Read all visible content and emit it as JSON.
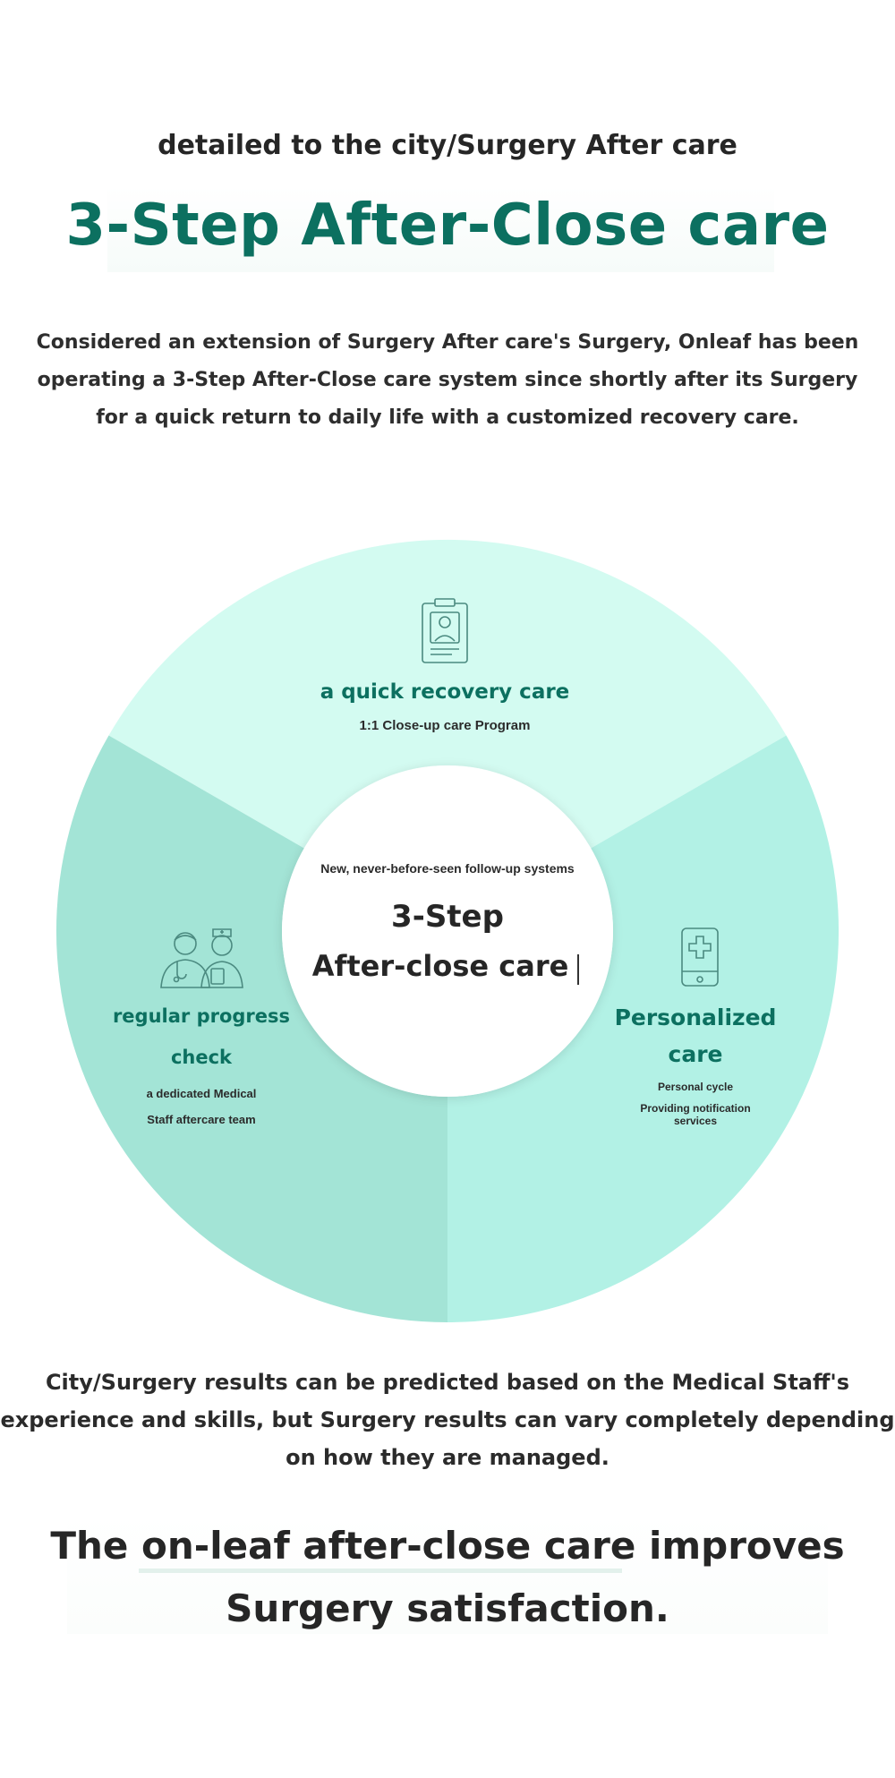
{
  "header": {
    "kicker": "detailed to the city/Surgery After care",
    "headline": "3-Step After-Close care",
    "intro": "Considered an extension of Surgery After care's Surgery, Onleaf has been operating a 3-Step After-Close care system since shortly after its Surgery for a quick return to daily life with a customized recovery care."
  },
  "diagram": {
    "center": {
      "subtitle": "New, never-before-seen follow-up systems",
      "title_line1": "3-Step",
      "title_line2": "After-close care"
    },
    "segments": [
      {
        "title": "a quick recovery care",
        "desc_lines": [
          "1:1 Close-up care Program"
        ],
        "icon": "id-badge-icon",
        "color": "#d3fbf1"
      },
      {
        "title_lines": [
          "Personalized",
          "care"
        ],
        "desc_lines": [
          "Personal cycle",
          "Providing notification",
          "services"
        ],
        "icon": "smartphone-medical-icon",
        "color": "#b2f1e5"
      },
      {
        "title_lines": [
          "regular progress",
          "check"
        ],
        "desc_lines": [
          "a dedicated Medical",
          "Staff aftercare team"
        ],
        "icon": "medical-staff-icon",
        "color": "#a3e4d6"
      }
    ],
    "accent_color": "#0c7060"
  },
  "footer": {
    "closing": "City/Surgery results can be predicted based on the Medical Staff's experience and skills, but Surgery results can vary completely depending on how they are managed.",
    "tagline_line1": "The on-leaf after-close care improves",
    "tagline_line2": "Surgery satisfaction."
  }
}
